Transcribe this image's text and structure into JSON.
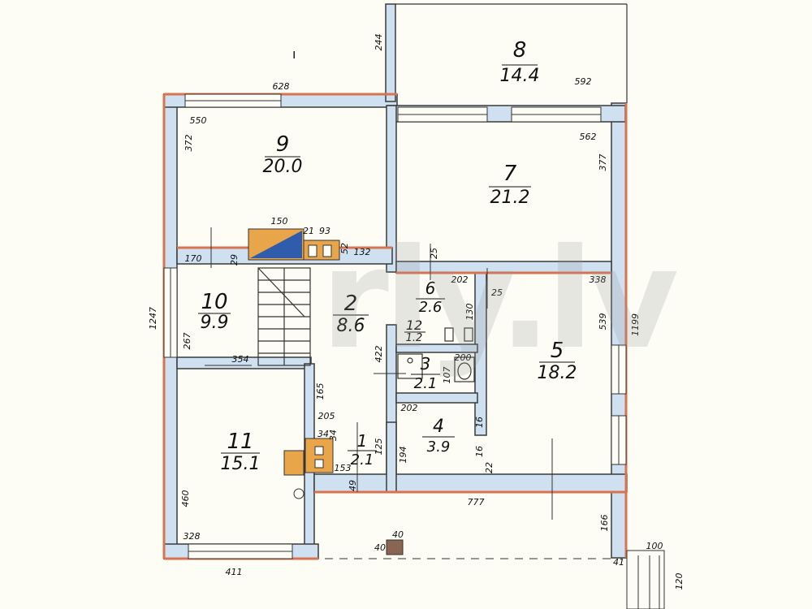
{
  "colors": {
    "paper": "#fdfdf6",
    "wall_fill": "#cfe0f1",
    "wall_edge": "#d9734f",
    "wall_line": "#3a3a3a",
    "stove_orange": "#e9a54a",
    "stove_blue": "#2f5cab",
    "box_brown": "#8a6552",
    "watermark": "#969696"
  },
  "watermark": "rly.lv",
  "mark": "ı",
  "rooms": [
    {
      "id": "8",
      "area": "14.4"
    },
    {
      "id": "9",
      "area": "20.0"
    },
    {
      "id": "7",
      "area": "21.2"
    },
    {
      "id": "10",
      "area": "9.9"
    },
    {
      "id": "2",
      "area": "8.6"
    },
    {
      "id": "6",
      "area": "2.6"
    },
    {
      "id": "12",
      "area": "1.2"
    },
    {
      "id": "3",
      "area": "2.1"
    },
    {
      "id": "5",
      "area": "18.2"
    },
    {
      "id": "11",
      "area": "15.1"
    },
    {
      "id": "1",
      "area": "2.1"
    },
    {
      "id": "4",
      "area": "3.9"
    }
  ],
  "dimensions": [
    "628",
    "244",
    "592",
    "550",
    "372",
    "562",
    "377",
    "150",
    "21",
    "93",
    "52",
    "132",
    "170",
    "29",
    "25",
    "202",
    "25",
    "338",
    "1247",
    "267",
    "354",
    "422",
    "130",
    "107",
    "200",
    "539",
    "1199",
    "165",
    "205",
    "34",
    "34",
    "202",
    "125",
    "194",
    "16",
    "22",
    "153",
    "460",
    "49",
    "777",
    "328",
    "166",
    "411",
    "40",
    "40",
    "41",
    "100",
    "120",
    "16"
  ]
}
